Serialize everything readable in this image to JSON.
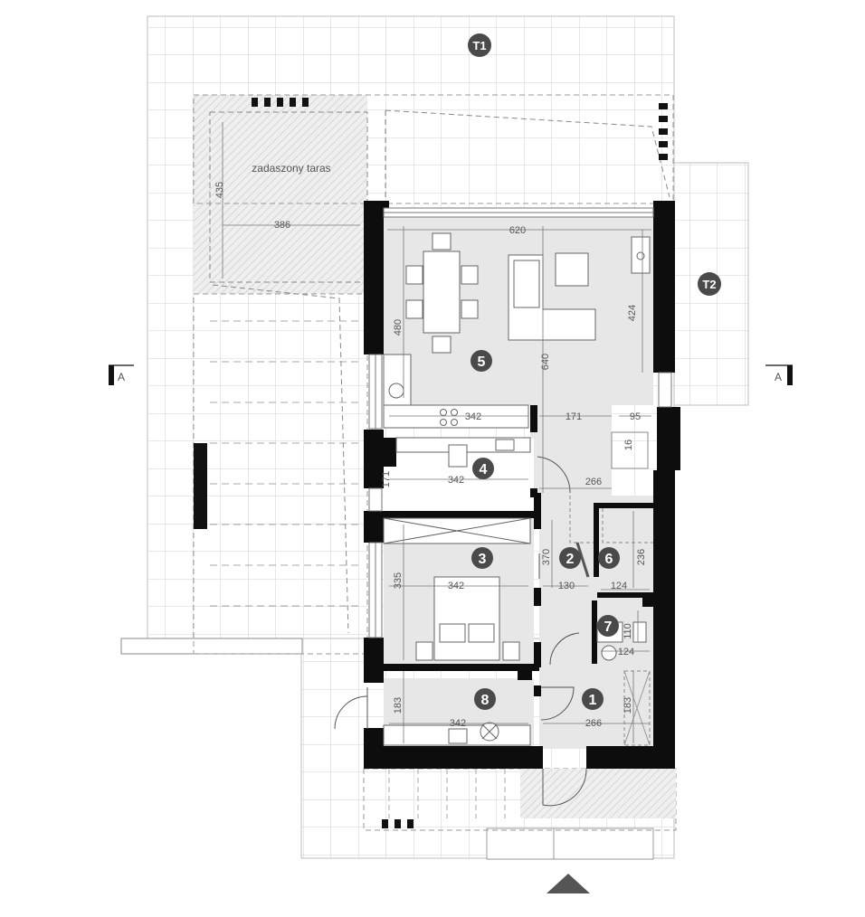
{
  "terrace_labels": [
    {
      "id": "T1",
      "text": "T1"
    },
    {
      "id": "T2",
      "text": "T2"
    }
  ],
  "room_numbers": [
    "1",
    "2",
    "3",
    "4",
    "5",
    "6",
    "7",
    "8"
  ],
  "covered_terrace_label": "zadaszony taras",
  "section_markers": {
    "left": "A",
    "right": "A"
  },
  "dimensions": {
    "terrace_height": "435",
    "terrace_width": "386",
    "living_width": "620",
    "dining_height": "480",
    "living_depth": "640",
    "living_right": "424",
    "kitchen_width": "342",
    "hall_width": "171",
    "stair_width": "95",
    "stair_step": "16",
    "room4_width": "342",
    "room4_height": "171",
    "hall_266_top": "266",
    "room3_height": "335",
    "room3_width": "342",
    "hall_height": "370",
    "hall_130": "130",
    "room6_width": "124",
    "room6_height": "236",
    "room7_height": "110",
    "room7_width": "124",
    "room8_height": "183",
    "room8_width": "342",
    "room1_width": "266",
    "room1_height": "183"
  }
}
